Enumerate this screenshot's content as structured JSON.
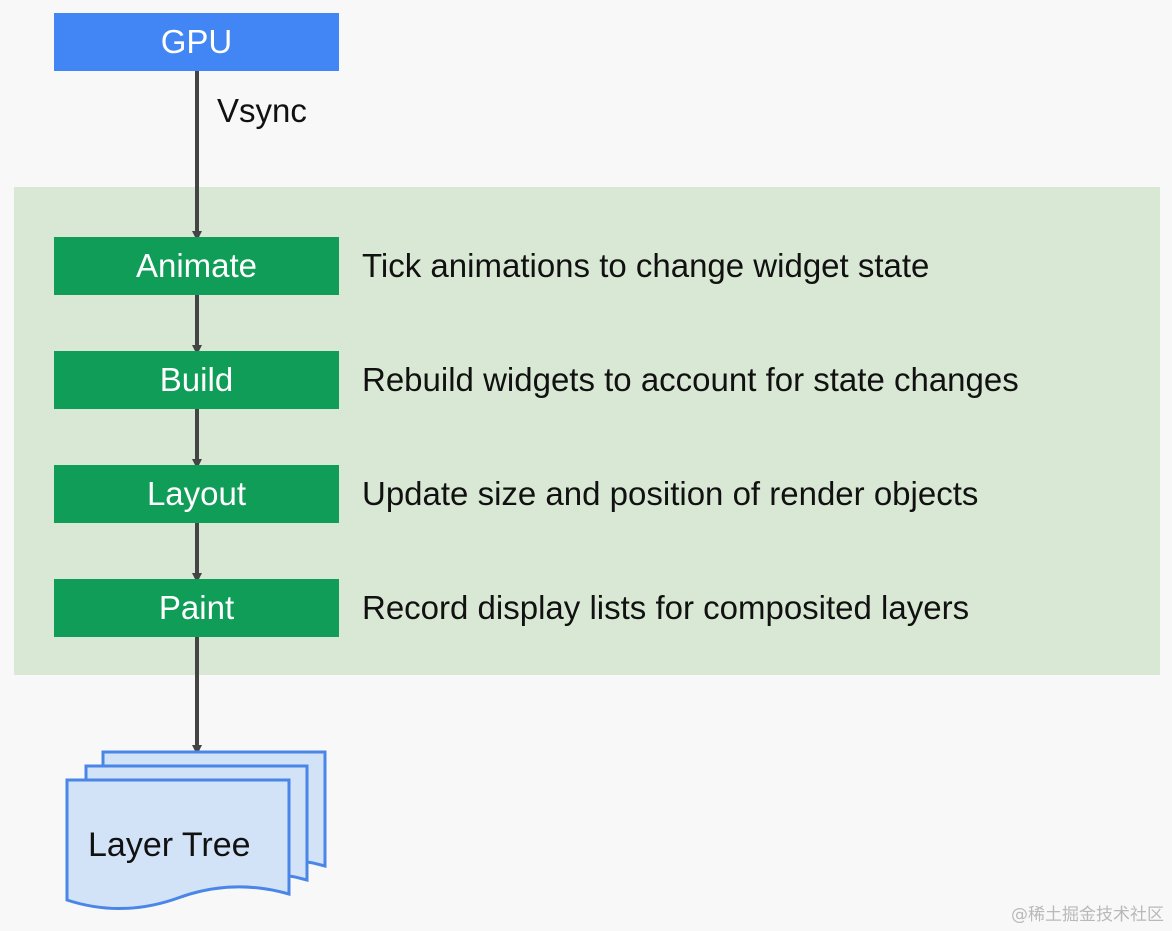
{
  "source": {
    "label": "GPU",
    "signal": "Vsync"
  },
  "stages": [
    {
      "label": "Animate",
      "description": "Tick animations to change widget state"
    },
    {
      "label": "Build",
      "description": "Rebuild widgets to account for state changes"
    },
    {
      "label": "Layout",
      "description": "Update size and position of render objects"
    },
    {
      "label": "Paint",
      "description": "Record display lists for composited layers"
    }
  ],
  "output": {
    "label": "Layer Tree",
    "icon": "stacked-documents-icon"
  },
  "watermark": "@稀土掘金技术社区",
  "colors": {
    "gpu": "#4285f4",
    "stage": "#0f9d58",
    "panel": "#d9e8d4",
    "document_fill": "#d2e3f7",
    "document_stroke": "#4a86e8",
    "arrow": "#444444"
  }
}
